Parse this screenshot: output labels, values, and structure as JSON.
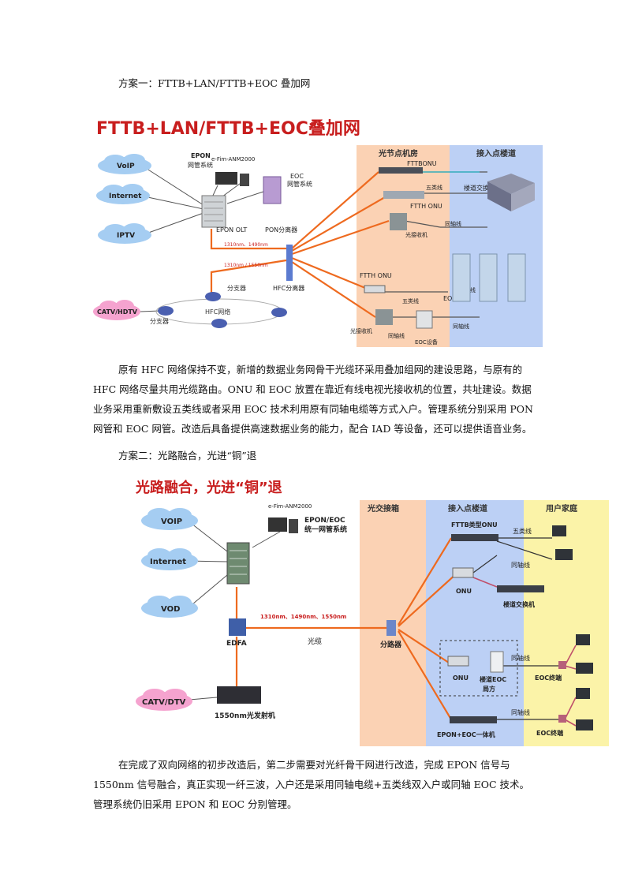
{
  "doc": {
    "scheme1_heading": "方案一：FTTB+LAN/FTTB+EOC 叠加网",
    "para1": "原有 HFC 网络保持不变，新增的数据业务网骨干光缆环采用叠加组网的建设思路，与原有的 HFC 网络尽量共用光缆路由。ONU 和 EOC 放置在靠近有线电视光接收机的位置，共址建设。数据业务采用重新敷设五类线或者采用 EOC 技术利用原有同轴电缆等方式入户。管理系统分别采用 PON 网管和 EOC 网管。改造后具备提供高速数据业务的能力，配合 IAD 等设备，还可以提供语音业务。",
    "scheme2_heading": "方案二：光路融合，光进“铜”退",
    "para2": "在完成了双向网络的初步改造后，第二步需要对光纤骨干网进行改造，完成 EPON 信号与 1550nm 信号融合，真正实现一纤三波，入户还是采用同轴电缆+五类线双入户或同轴 EOC 技术。管理系统仍旧采用 EPON 和 EOC 分别管理。"
  },
  "fig1": {
    "title": "FTTB+LAN/FTTB+EOC叠加网",
    "zone_optical_node": "光节点机房",
    "zone_access_building": "接入点楼道",
    "cloud_voip": "VoIP",
    "cloud_internet": "Internet",
    "cloud_iptv": "IPTV",
    "cloud_catv": "CATV/HDTV",
    "epon_nms": "EPON",
    "epon_nms_sub": "网管系统",
    "efim": "e-Fim-ANM2000",
    "eoc_nms": "EOC",
    "eoc_nms_sub": "网管系统",
    "epon_olt": "EPON OLT",
    "pon_splitter": "PON分离器",
    "wl1": "1310nm、1490nm",
    "wl2": "1310nm / 1550nm",
    "hfc_splitter": "HFC分离器",
    "splitter_a": "分支器",
    "splitter_b": "分支器",
    "hfc_network": "HFC网络",
    "fttb_onu": "FTTBONU",
    "cat5_a": "五类线",
    "corridor_switch": "楼道交换机",
    "ftth_onu_a": "FTTH ONU",
    "optical_rx_a": "光接收机",
    "coax_a": "同轴线",
    "ftth_onu_b": "FTTH ONU",
    "cat5_b": "五类线",
    "eoc_head": "EOC设备",
    "coax_b": "同轴线",
    "coax_c": "同轴线",
    "optical_rx_b": "光接收机",
    "coax_d": "同轴线",
    "eoc_device": "EOC设备"
  },
  "fig2": {
    "title": "光路融合，光进“铜”退",
    "zone_cross": "光交接箱",
    "zone_corridor": "接入点楼道",
    "zone_home": "用户家庭",
    "cloud_voip": "VOIP",
    "cloud_internet": "Internet",
    "cloud_vod": "VOD",
    "cloud_catv": "CATV/DTV",
    "efim": "e-Fim-ANM2000",
    "nms": "EPON/EOC",
    "nms_sub": "统一网管系统",
    "wavelengths": "1310nm、1490nm、1550nm",
    "fiber": "光缆",
    "edfa": "EDFA",
    "tx1550": "1550nm光发射机",
    "splitter": "分路器",
    "fttb_onu": "FTTB类型ONU",
    "cat5": "五类线",
    "coax_a": "同轴线",
    "onu_a": "ONU",
    "corridor_switch": "楼道交换机",
    "onu_b": "ONU",
    "coax_b": "同轴线",
    "corridor_eoc": "楼道EOC",
    "head_end": "局方",
    "eoc_term_a": "EOC终端",
    "coax_c": "同轴线",
    "epon_eoc": "EPON+EOC一体机",
    "eoc_term_b": "EOC终端"
  },
  "colors": {
    "fiber": "#ee6a1f",
    "zone_orange": "#fbd2b4",
    "zone_blue": "#bcd0f5",
    "zone_yellow": "#fbf3a8",
    "cloud": "#a5cdf2",
    "cloud_pink": "#f5a3cf",
    "title_red": "#c81e1e"
  }
}
